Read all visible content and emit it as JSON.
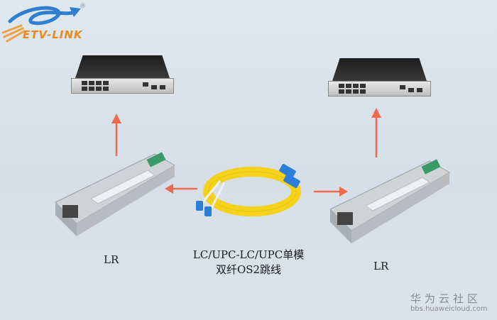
{
  "logo": {
    "text": "ETV-LINK",
    "registered": "®"
  },
  "devices": {
    "left_switch": {
      "type": "ethernet-switch"
    },
    "right_switch": {
      "type": "ethernet-switch"
    },
    "left_module": {
      "type": "sfp-transceiver",
      "label": "LR"
    },
    "right_module": {
      "type": "sfp-transceiver",
      "label": "LR"
    }
  },
  "cable": {
    "type": "fiber-patch-cord",
    "label_line1": "LC/UPC-LC/UPC单模",
    "label_line2": "双纤OS2跳线",
    "color": "#f5d21a",
    "connector_color": "#2b7fd6"
  },
  "arrows": {
    "color": "#ef6a4a"
  },
  "watermark": {
    "name": "华为云社区",
    "url": "bbs.huaweicloud.com"
  }
}
